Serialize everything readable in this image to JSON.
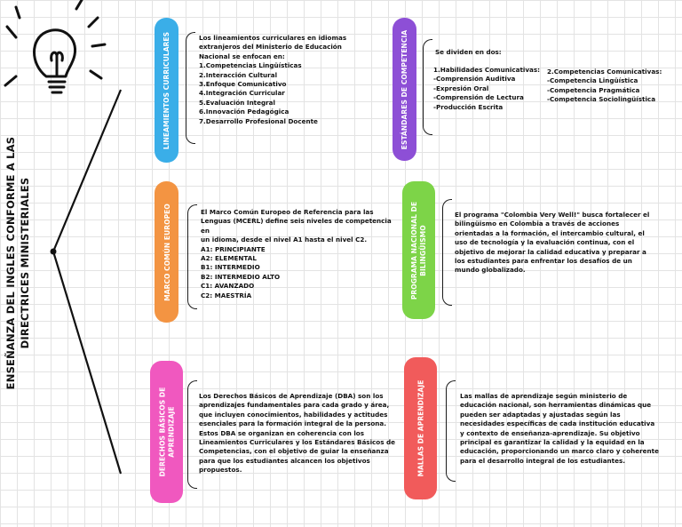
{
  "main_title": {
    "line1": "ENSEÑANZA DEL INGLES CONFORME A LAS",
    "line2": "DIRECTRICES MINISTERIALES"
  },
  "colors": {
    "lineamientos": "#3aaee8",
    "estandares": "#8d4fd6",
    "marco": "#f39442",
    "programa": "#7dd448",
    "dba": "#f058bf",
    "mallas": "#f15b5b"
  },
  "icons": [
    "lightbulb-icon"
  ],
  "nodes": {
    "lineamientos": {
      "label": "LINEAMIENTOS CURRICULARES",
      "lines": [
        "Los lineamientos curriculares en idiomas",
        "extranjeros del Ministerio de Educación",
        "Nacional se enfocan en:",
        "1.Competencias Lingüísticas",
        "2.Interacción Cultural",
        "3.Enfoque Comunicativo",
        "4.Integración Curricular",
        "5.Evaluación Integral",
        "6.Innovación Pedagógica",
        "7.Desarrollo Profesional Docente"
      ]
    },
    "estandares": {
      "label": "ESTÁNDARES DE COMPETENCIA",
      "intro": "Se dividen en dos:",
      "col1": [
        "1.Habilidades Comunicativas:",
        "-Comprensión Auditiva",
        "-Expresión Oral",
        "-Comprensión de Lectura",
        "-Producción Escrita"
      ],
      "col2": [
        "2.Competencias Comunicativas:",
        "-Competencia Lingüística",
        "-Competencia Pragmática",
        "-Competencia Sociolingüística"
      ]
    },
    "marco": {
      "label": "MARCO COMÚN EUROPEO",
      "lines": [
        "El Marco Común Europeo de Referencia para las",
        "Lenguas (MCERL) define seis niveles de competencia en",
        "un idioma, desde el nivel A1 hasta el nivel C2.",
        "A1: PRINCIPIANTE",
        "A2: ELEMENTAL",
        "B1: INTERMEDIO",
        "B2: INTERMEDIO ALTO",
        "C1: AVANZADO",
        "C2: MAESTRÍA"
      ]
    },
    "programa": {
      "label_line1": "PROGRAMA NACIONAL DE",
      "label_line2": "BILINGÜISMO",
      "lines": [
        "El programa \"Colombia Very Well!\" busca fortalecer el",
        "bilingüismo en Colombia a través de acciones",
        "orientadas a la formación, el intercambio cultural, el",
        "uso de tecnología y la evaluación continua, con el",
        "objetivo de mejorar la calidad educativa y preparar a",
        "los estudiantes para enfrentar los desafíos de un",
        "mundo globalizado."
      ]
    },
    "dba": {
      "label_line1": "DERECHOS BÁSICOS DE",
      "label_line2": "APRENDIZAJE",
      "lines": [
        "Los Derechos Básicos de Aprendizaje (DBA) son  los",
        "aprendizajes fundamentales para cada grado y área,",
        "que incluyen conocimientos, habilidades y actitudes",
        "esenciales para la formación integral de la persona.",
        "Estos DBA se organizan en coherencia con los",
        "Lineamientos Curriculares y los Estándares Básicos de",
        "Competencias, con el objetivo de guiar la enseñanza",
        "para que los estudiantes alcancen los objetivos",
        "propuestos."
      ]
    },
    "mallas": {
      "label": "MALLAS DE APRENDIZAJE",
      "lines": [
        "Las mallas de aprendizaje según ministerio de",
        "educación nacional, son herramientas dinámicas que",
        "pueden ser adaptadas y ajustadas según las",
        "necesidades específicas de cada institución educativa",
        "y contexto de enseñanza-aprendizaje. Su objetivo",
        "principal es garantizar la calidad y la equidad en la",
        "educación, proporcionando un marco claro y coherente",
        "para el desarrollo integral de los estudiantes."
      ]
    }
  }
}
